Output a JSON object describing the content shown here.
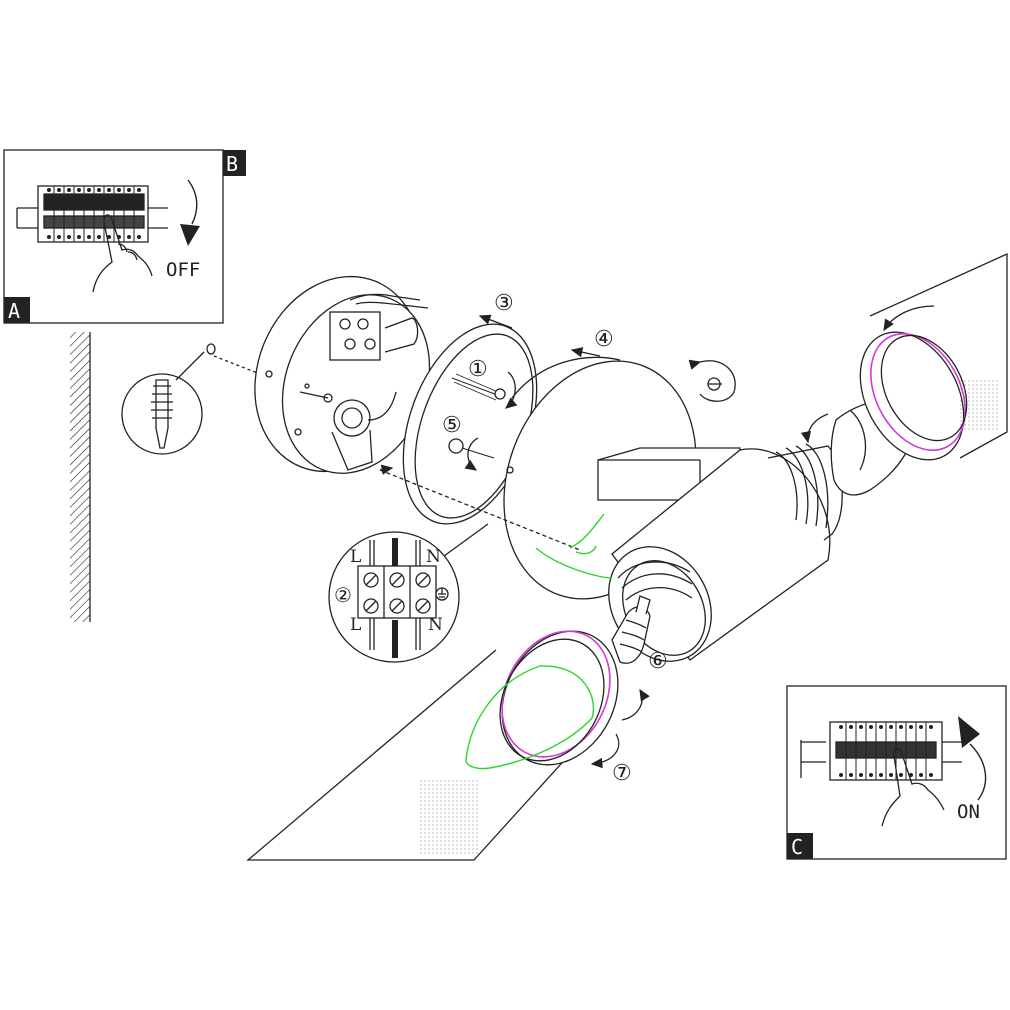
{
  "panels": {
    "off": {
      "tag": "B",
      "corner_tag": "A",
      "label": "OFF"
    },
    "on": {
      "tag": "C",
      "label": "ON"
    }
  },
  "steps": {
    "s1": "①",
    "s2": "②",
    "s3": "③",
    "s4": "④",
    "s5": "⑤",
    "s6": "⑥",
    "s7": "⑦"
  },
  "wiring": {
    "live_top": "L",
    "neutral_top": "N",
    "live_bottom": "L",
    "neutral_bottom": "N"
  },
  "colors": {
    "line": "#222222",
    "bulb": "#2bd52b",
    "seal_ring": "#d23ad2"
  }
}
